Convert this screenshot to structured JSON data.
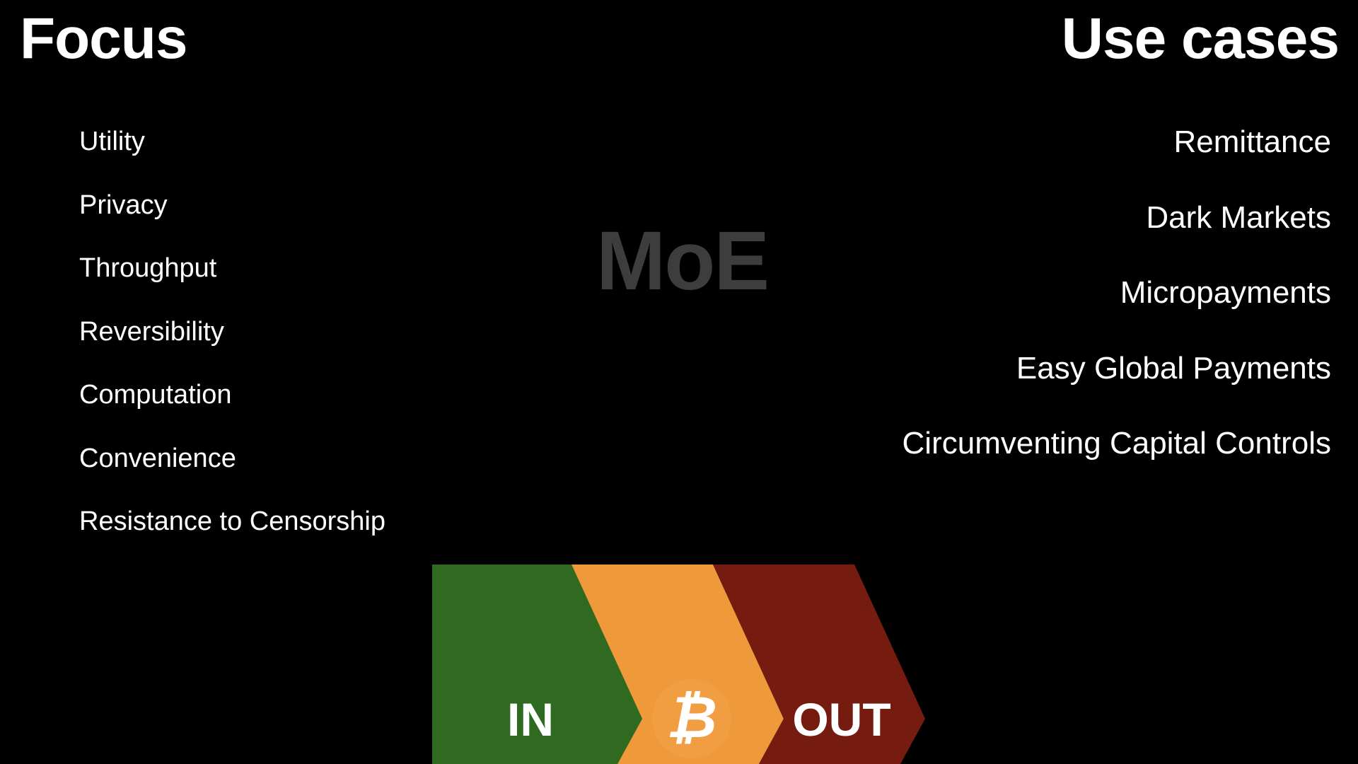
{
  "focus": {
    "title": "Focus",
    "items": [
      "Utility",
      "Privacy",
      "Throughput",
      "Reversibility",
      "Computation",
      "Convenience",
      "Resistance to Censorship"
    ]
  },
  "use_cases": {
    "title": "Use cases",
    "items": [
      "Remittance",
      "Dark Markets",
      "Micropayments",
      "Easy Global Payments",
      "Circumventing Capital Controls"
    ]
  },
  "center_label": "MoE",
  "flow": {
    "in_label": "IN",
    "middle_icon": "bitcoin-icon",
    "middle_symbol": "₿",
    "out_label": "OUT"
  },
  "colors": {
    "background": "#000000",
    "text": "#ffffff",
    "center_label": "#3d3d3d",
    "in_green": "#2f6a20",
    "bitcoin_orange": "#ef9a3a",
    "out_red": "#761b0f"
  }
}
